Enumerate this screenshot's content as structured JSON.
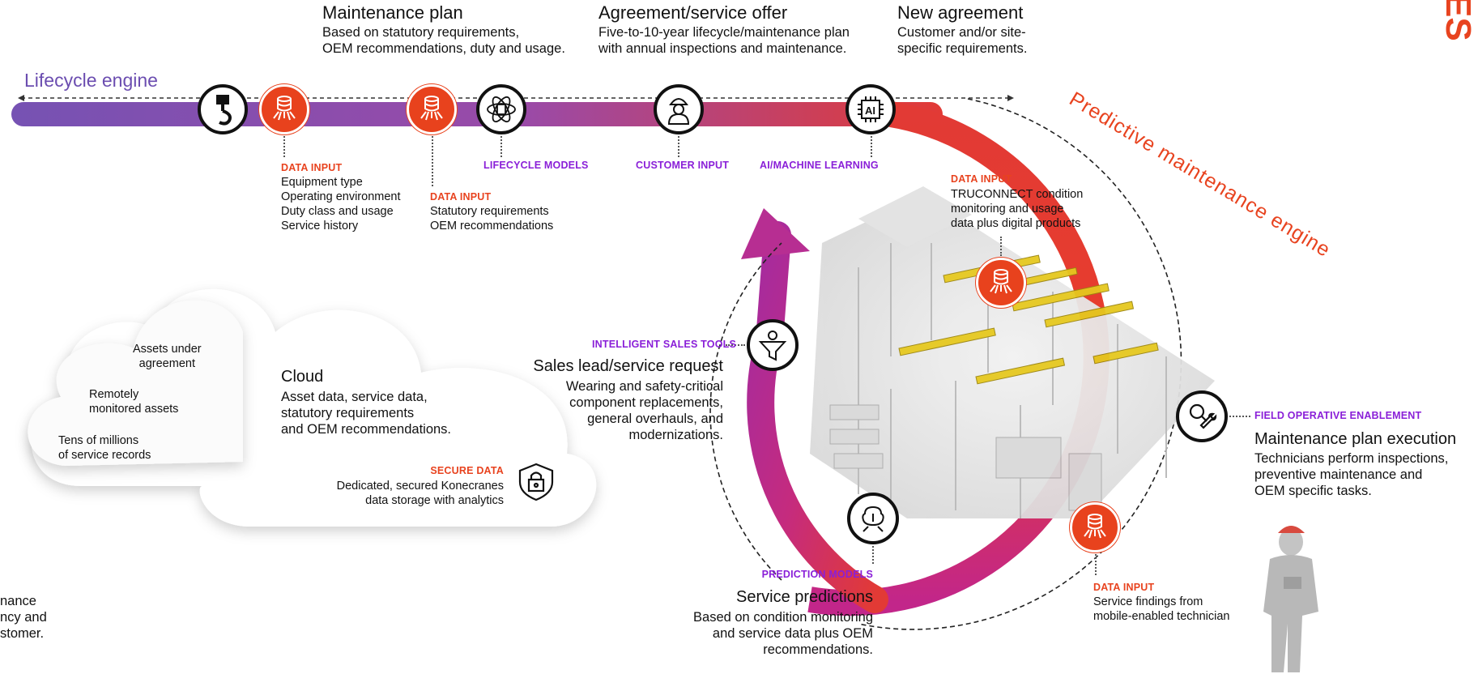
{
  "top": {
    "maintenance_plan": {
      "title": "Maintenance plan",
      "lines": [
        "Based on statutory requirements,",
        "OEM recommendations, duty and usage."
      ]
    },
    "agreement_offer": {
      "title": "Agreement/service offer",
      "lines": [
        "Five-to-10-year lifecycle/maintenance plan",
        "with annual inspections and maintenance."
      ]
    },
    "new_agreement": {
      "title": "New agreement",
      "lines": [
        "Customer and/or site-",
        "specific requirements."
      ]
    }
  },
  "corner_text": "ES",
  "lifecycle_label": "Lifecycle engine",
  "predictive_label": "Predictive maintenance engine",
  "tags": {
    "data_input": "DATA INPUT",
    "lifecycle_models": "LIFECYCLE MODELS",
    "customer_input": "CUSTOMER INPUT",
    "ai_ml": "AI/MACHINE LEARNING",
    "intelligent_sales": "INTELLIGENT SALES TOOLS",
    "field_operative": "FIELD OPERATIVE ENABLEMENT",
    "prediction_models": "PREDICTION MODELS",
    "secure_data": "SECURE DATA"
  },
  "data_input_1": [
    "Equipment type",
    "Operating environment",
    "Duty class and usage",
    "Service history"
  ],
  "data_input_2": [
    "Statutory requirements",
    "OEM recommendations"
  ],
  "data_input_3": [
    "TRUCONNECT condition",
    "monitoring and usage",
    "data plus digital products"
  ],
  "data_input_4": [
    "Service findings from",
    "mobile-enabled technician"
  ],
  "cloud": {
    "assets_agreement": [
      "Assets under",
      "agreement"
    ],
    "remotely_monitored": [
      "Remotely",
      "monitored assets"
    ],
    "service_records": [
      "Tens of millions",
      "of service records"
    ],
    "title": "Cloud",
    "lines": [
      "Asset data, service data,",
      "statutory requirements",
      "and OEM recommendations."
    ],
    "secure_lines": [
      "Dedicated, secured Konecranes",
      "data storage with analytics"
    ]
  },
  "sales": {
    "title": "Sales lead/service request",
    "lines": [
      "Wearing and safety-critical",
      "component replacements,",
      "general overhauls, and",
      "modernizations."
    ]
  },
  "execution": {
    "title": "Maintenance plan execution",
    "lines": [
      "Technicians perform inspections,",
      "preventive maintenance and",
      "OEM specific tasks."
    ]
  },
  "predictions": {
    "title": "Service predictions",
    "lines": [
      "Based on condition monitoring",
      "and service data plus OEM",
      "recommendations."
    ]
  },
  "left_cut": [
    "nance",
    "ncy and",
    "stomer."
  ],
  "ai_badge": "AI",
  "colors": {
    "accent_red": "#e8431f",
    "accent_purple": "#8a1fd8",
    "bar_start": "#7652b3",
    "bar_end": "#e23a35"
  }
}
